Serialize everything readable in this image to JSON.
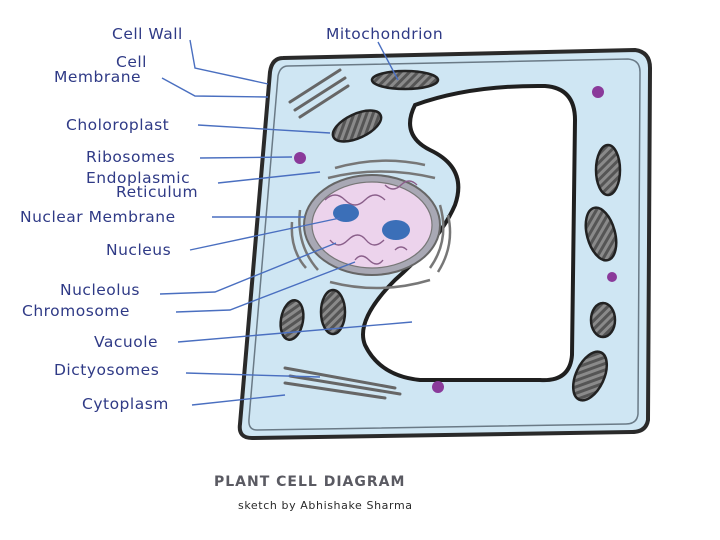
{
  "labels": {
    "cell_wall": "Cell Wall",
    "mitochondrion": "Mitochondrion",
    "cell_membrane_1": "Cell",
    "cell_membrane_2": "Membrane",
    "chloroplast": "Choloroplast",
    "ribosomes": "Ribosomes",
    "er_1": "Endoplasmic",
    "er_2": "Reticulum",
    "nuclear_membrane": "Nuclear Membrane",
    "nucleus": "Nucleus",
    "nucleolus": "Nucleolus",
    "chromosome": "Chromosome",
    "vacuole": "Vacuole",
    "dictyosomes": "Dictyosomes",
    "cytoplasm": "Cytoplasm"
  },
  "caption": {
    "title": "PLANT CELL DIAGRAM",
    "credit": "sketch by Abhishake Sharma"
  },
  "colors": {
    "label_text": "#2f3a86",
    "leader_line": "#4a6fc0",
    "cytoplasm": "#cfe6f3",
    "cell_wall": "#2a2a2a",
    "vacuole": "#ffffff",
    "nucleus": "#ecd3ec",
    "nucleolus": "#3b6fb8",
    "ribosome": "#8a3a9a",
    "organelle_shading": "#444444"
  }
}
